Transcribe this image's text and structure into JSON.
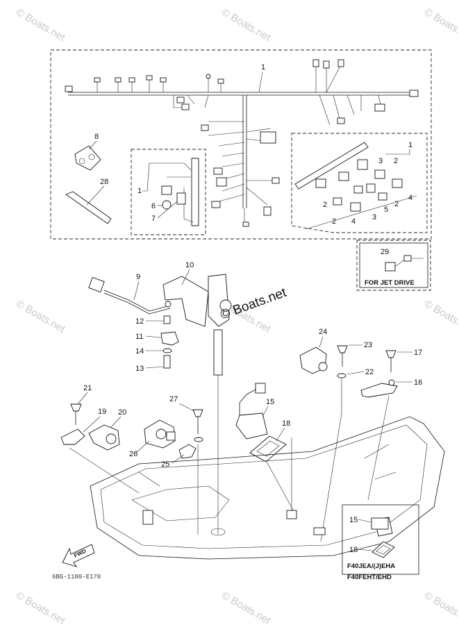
{
  "watermarks": [
    "© Boats.net",
    "© Boats.net",
    "© Boats.net",
    "© Boats.net",
    "© Boats.net",
    "© Boats.net",
    "© Boats.net",
    "© Boats.net",
    "© Boats.net"
  ],
  "part_numbers": {
    "p1_main": "1",
    "p1_inset_left": "1",
    "p1_inset_right": "1",
    "p2a": "2",
    "p2b": "2",
    "p2c": "2",
    "p2d": "2",
    "p3a": "3",
    "p3b": "3",
    "p4a": "4",
    "p4b": "4",
    "p5": "5",
    "p6": "6",
    "p7": "7",
    "p8": "8",
    "p9": "9",
    "p10": "10",
    "p11": "11",
    "p12": "12",
    "p13": "13",
    "p14": "14",
    "p15": "15",
    "p15b": "15",
    "p16": "16",
    "p17": "17",
    "p18": "18",
    "p18b": "18",
    "p19": "19",
    "p20": "20",
    "p21": "21",
    "p22": "22",
    "p23": "23",
    "p24": "24",
    "p25": "25",
    "p26": "26",
    "p27": "27",
    "p28": "28",
    "p29": "29"
  },
  "jet_drive_label": "FOR JET DRIVE",
  "model_label_1": "F40JEA/(J)EHA",
  "model_label_2": "F40FEHT/EHD",
  "center_watermark": "© Boats.net",
  "fwd_label": "FWD",
  "diagram_code": "6BG-1100-E170"
}
